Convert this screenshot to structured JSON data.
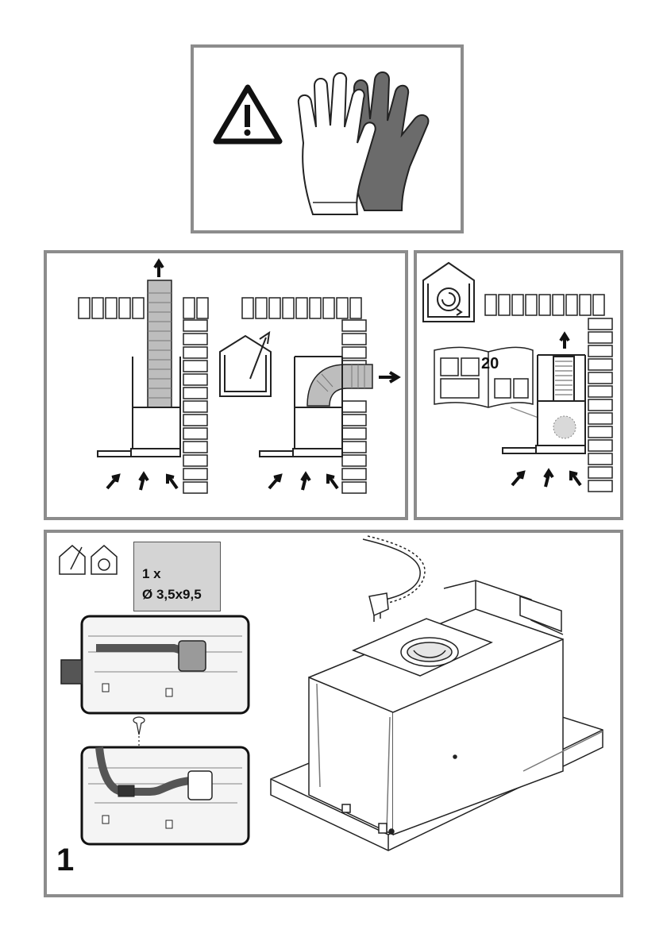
{
  "colors": {
    "frame": "#8c8c8c",
    "line": "#222222",
    "dark_glove": "#6b6b6b",
    "spec_box": "#d4d4d4",
    "duct_fill": "#bdbdbd",
    "filter_dot": "#d9d9d9"
  },
  "warning": {
    "icons": [
      "warning-triangle-icon",
      "white-glove-icon",
      "dark-glove-icon"
    ]
  },
  "recirculation": {
    "manual_page": "20"
  },
  "installation": {
    "quantity": "1 x",
    "screw_size": "Ø 3,5x9,5",
    "step_number": "1"
  }
}
